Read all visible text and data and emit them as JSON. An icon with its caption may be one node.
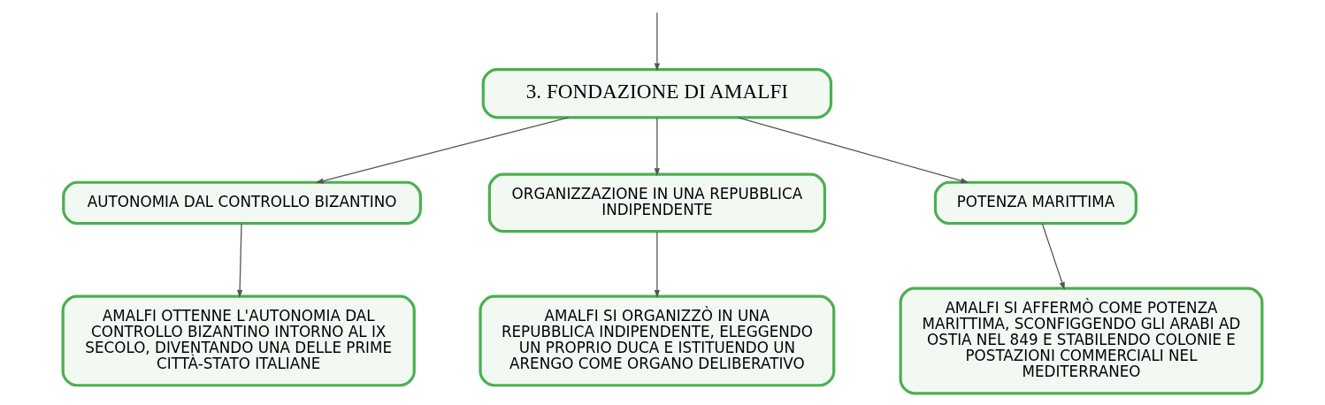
{
  "diagram": {
    "nodes": [
      {
        "text": [
          "3. FONDAZIONE DI AMALFI"
        ]
      },
      {
        "text": [
          "AUTONOMIA DAL CONTROLLO BIZANTINO"
        ]
      },
      {
        "text": [
          "ORGANIZZAZIONE IN UNA REPUBBLICA INDIPENDENTE"
        ]
      },
      {
        "text": [
          "POTENZA MARITTIMA"
        ]
      },
      {
        "text": [
          "AMALFI OTTENNE L'AUTONOMIA DAL CONTROLLO BIZANTINO INTORNO AL IX SECOLO, DIVENTANDO UNA DELLE PRIME CITTÀ-STATO ITALIANE"
        ]
      },
      {
        "text": [
          "AMALFI SI ORGANIZZÒ IN UNA REPUBBLICA INDIPENDENTE, ELEGGENDO UN PROPRIO DUCA E ISTITUENDO UN ARENGO COME ORGANO DELIBERATIVO"
        ]
      },
      {
        "text": [
          "AMALFI SI AFFERMÒ COME POTENZA MARITTIMA, SCONFIGGENDO GLI ARABI AD OSTIA NEL 849 E STABILENDO COLONIE E POSTAZIONI COMMERCIALI NEL MEDITERRANEO"
        ]
      }
    ],
    "edges": [
      {
        "from": null,
        "to": 0,
        "arrow": "to"
      },
      {
        "from": 0,
        "to": 1,
        "arrow": "to"
      },
      {
        "from": 0,
        "to": 2,
        "arrow": "to"
      },
      {
        "from": 0,
        "to": 3,
        "arrow": "to"
      },
      {
        "from": 1,
        "to": 4,
        "arrow": "to"
      },
      {
        "from": 2,
        "to": 5,
        "arrow": "to"
      },
      {
        "from": 3,
        "to": 6,
        "arrow": "to"
      }
    ]
  }
}
